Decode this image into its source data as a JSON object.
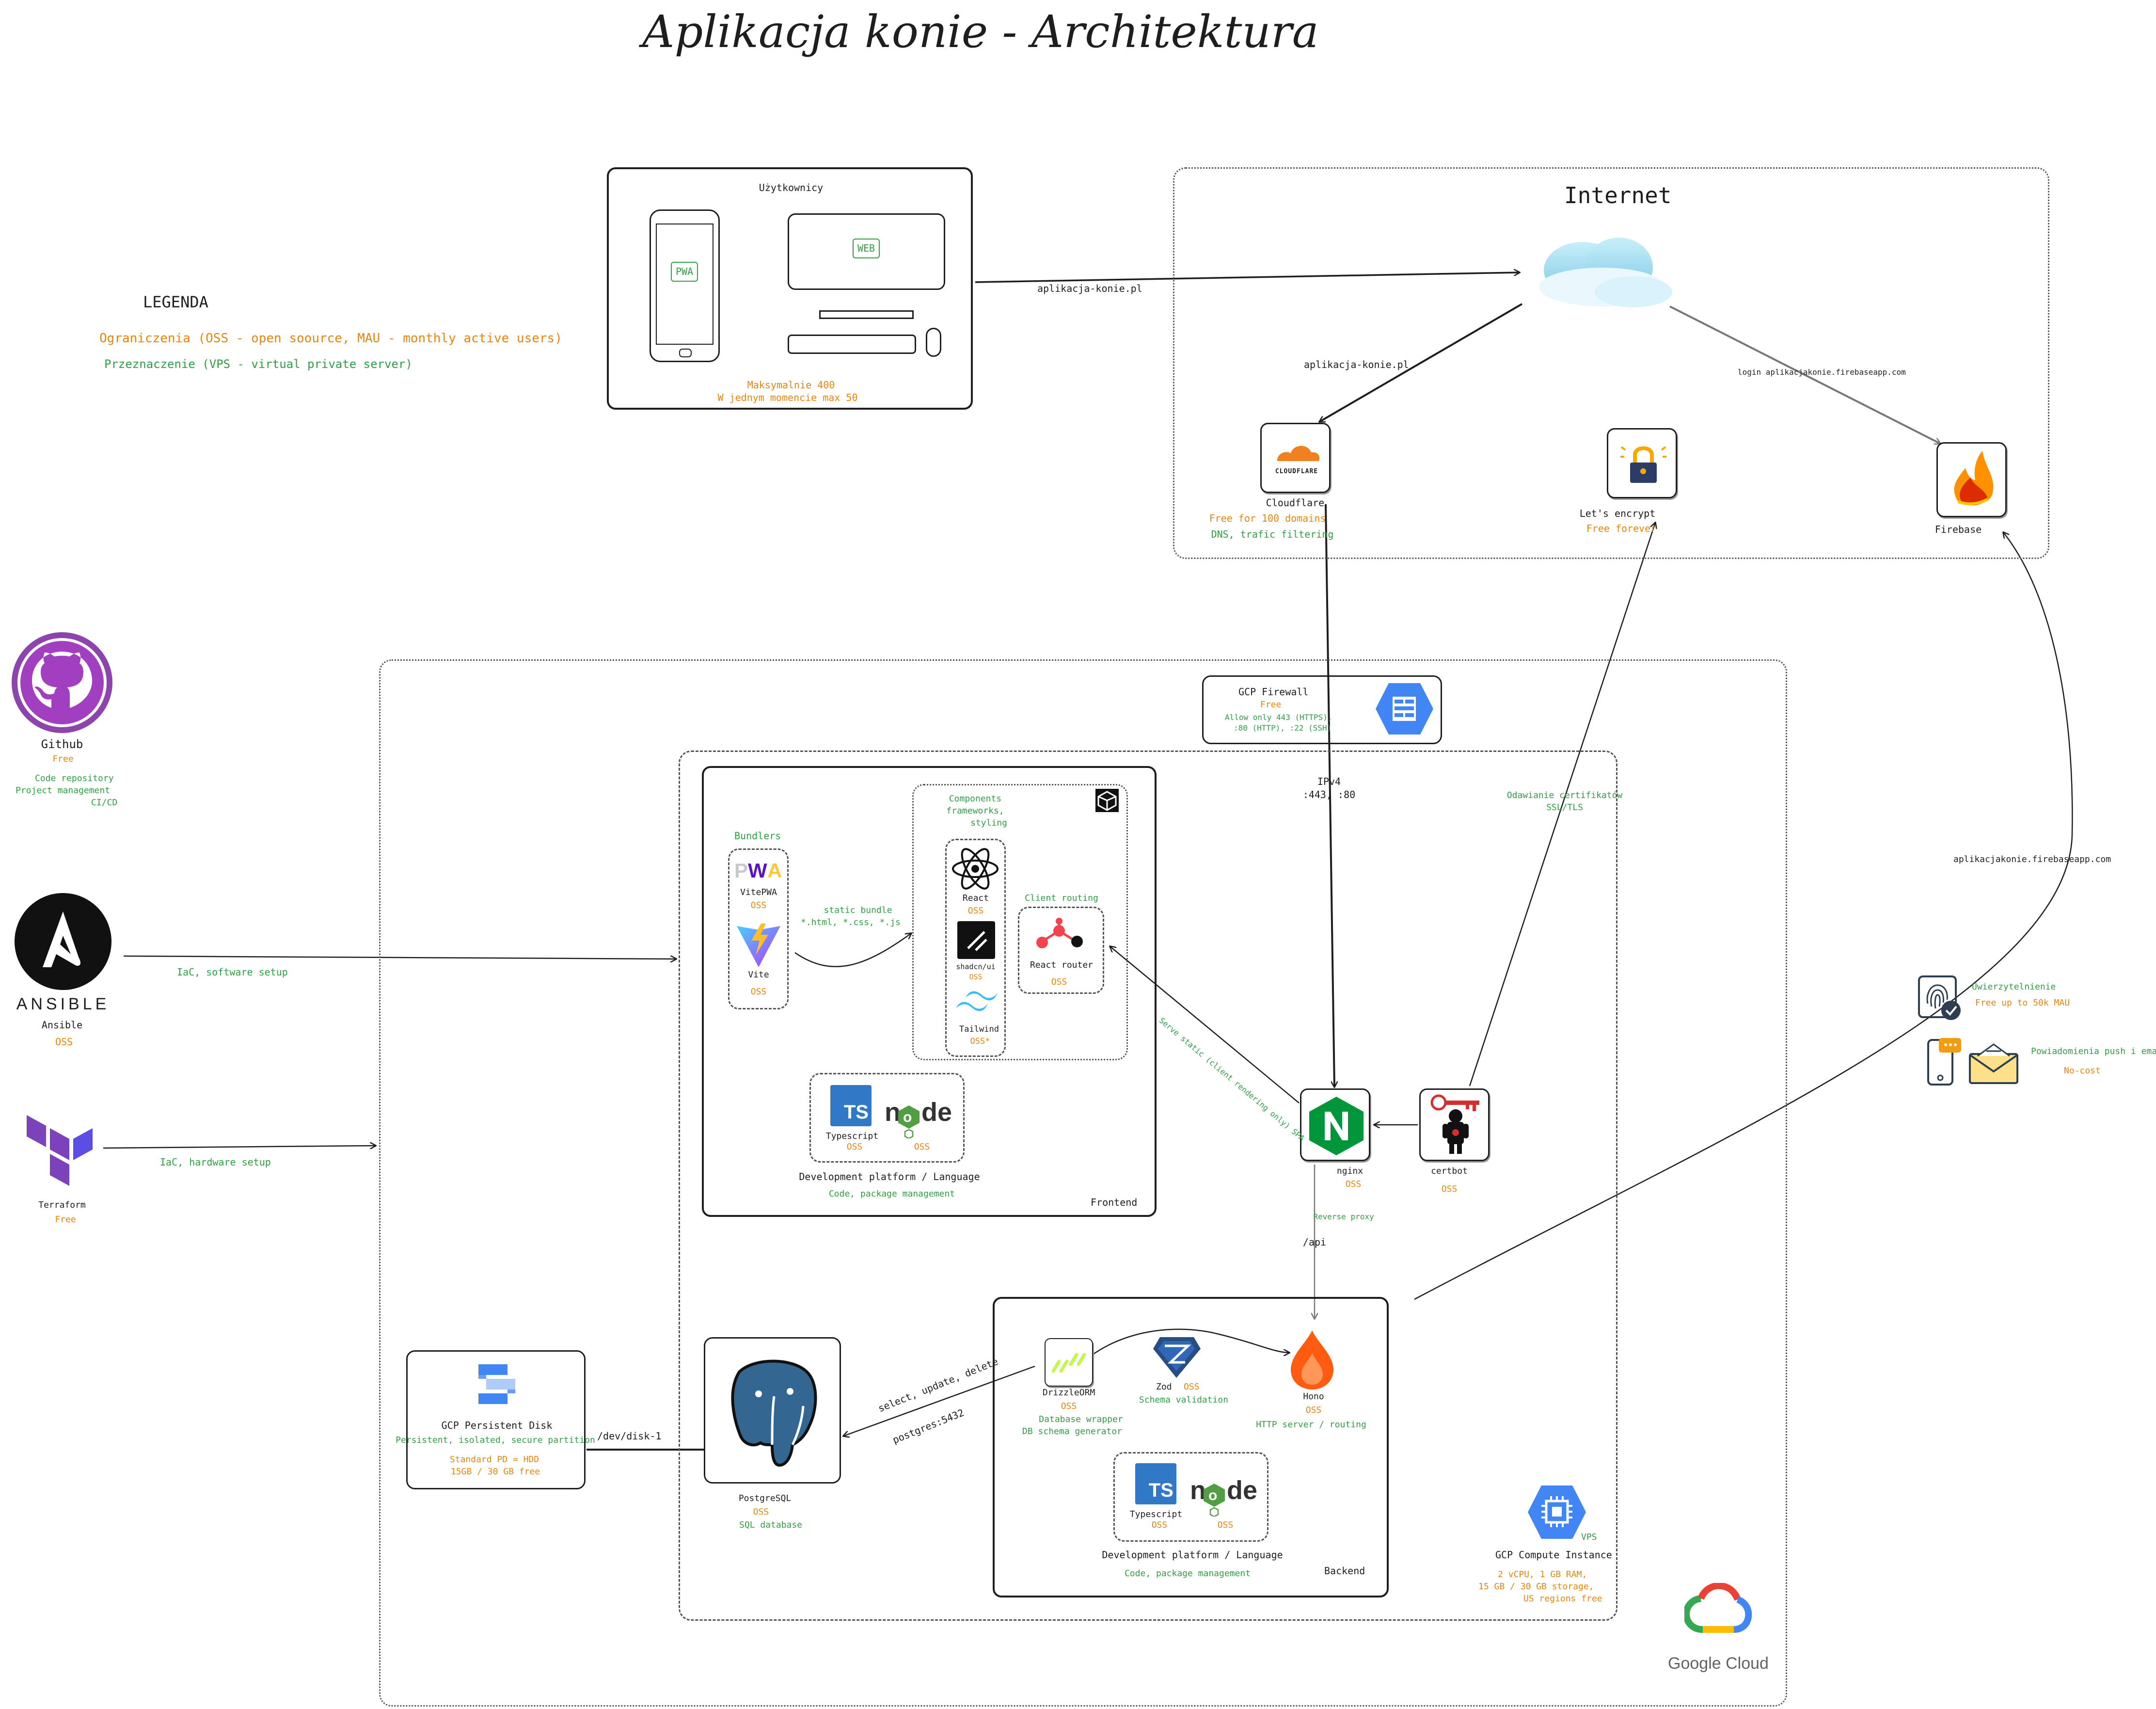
{
  "title": "Aplikacja konie - Architektura",
  "legend": {
    "heading": "LEGENDA",
    "item_orange": "Ograniczenia (OSS - open soource, MAU - monthly active users)",
    "item_green": "Przeznaczenie (VPS - virtual private server)"
  },
  "users": {
    "label": "Użytkownicy",
    "pwa": "PWA",
    "web": "WEB",
    "limit_line1": "Maksymalnie 400",
    "limit_line2": "W jednym momencie max 50"
  },
  "internet": {
    "label": "Internet",
    "edge_users": "aplikacja-konie.pl",
    "edge_cloudflare": "aplikacja-konie.pl",
    "edge_firebase": "login aplikacjakonie.firebaseapp.com"
  },
  "cloudflare": {
    "name": "Cloudflare",
    "logo": "CLOUDFLARE",
    "limit": "Free for 100 domains",
    "purpose": "DNS, trafic filtering"
  },
  "letsencrypt": {
    "name": "Let's encrypt",
    "limit": "Free forever"
  },
  "firebase": {
    "name": "Firebase"
  },
  "github": {
    "name": "Github",
    "limit": "Free",
    "purpose_1": "Code repository",
    "purpose_2": "Project management",
    "purpose_3": "CI/CD"
  },
  "ansible": {
    "logo": "ANSIBLE",
    "name": "Ansible",
    "limit": "OSS",
    "edge": "IaC, software setup"
  },
  "terraform": {
    "name": "Terraform",
    "limit": "Free",
    "edge": "IaC, hardware setup"
  },
  "gcp_firewall": {
    "name": "GCP Firewall",
    "limit": "Free",
    "purpose_1": "Allow only 443 (HTTPS),",
    "purpose_2": ":80 (HTTP), :22 (SSH)"
  },
  "ipv4": {
    "line1": "IPv4",
    "line2": ":443, :80"
  },
  "cert_edge": {
    "line1": "Odawianie certifikatów",
    "line2": "SSL/TLS"
  },
  "firebase_edge": "aplikacjakonie.firebaseapp.com",
  "frontend": {
    "label": "Frontend",
    "bundlers_label": "Bundlers",
    "vitepwa": {
      "name": "VitePWA",
      "limit": "OSS"
    },
    "vite": {
      "name": "Vite",
      "limit": "OSS"
    },
    "bundle_edge_1": "static bundle",
    "bundle_edge_2": "*.html, *.css, *.js",
    "components_label_1": "Components",
    "components_label_2": "frameworks,",
    "components_label_3": "styling",
    "react": {
      "name": "React",
      "limit": "OSS"
    },
    "shadcn": {
      "name": "shadcn/ui",
      "limit": "OSS"
    },
    "tailwind": {
      "name": "Tailwind",
      "limit": "OSS*"
    },
    "routing_label": "Client routing",
    "react_router": {
      "name": "React router",
      "limit": "OSS"
    },
    "platform": {
      "ts_logo": "TS",
      "ts_name": "Typescript",
      "ts_limit": "OSS",
      "node_limit": "OSS",
      "label": "Development platform / Language",
      "purpose": "Code, package management"
    }
  },
  "nginx": {
    "name": "nginx",
    "limit": "OSS",
    "serve_edge": "Serve static (client rendering only) SPA",
    "proxy_edge": "Reverse proxy",
    "api": "/api"
  },
  "certbot": {
    "name": "certbot",
    "limit": "OSS"
  },
  "auth": {
    "name": "Uwierzytelnienie",
    "limit": "Free up to 50k MAU"
  },
  "notifications": {
    "name": "Powiadomienia push i email",
    "limit": "No-cost"
  },
  "backend": {
    "label": "Backend",
    "drizzle": {
      "name": "DrizzleORM",
      "limit": "OSS",
      "purpose_1": "Database wrapper",
      "purpose_2": "DB schema generator"
    },
    "zod": {
      "name": "Zod",
      "limit": "OSS",
      "purpose": "Schema validation"
    },
    "hono": {
      "name": "Hono",
      "limit": "OSS",
      "purpose": "HTTP server / routing"
    },
    "platform": {
      "ts_logo": "TS",
      "ts_name": "Typescript",
      "ts_limit": "OSS",
      "node_limit": "OSS",
      "label": "Development platform / Language",
      "purpose": "Code, package management"
    }
  },
  "db_edge_1": "select, update, delete",
  "db_edge_2": "postgres:5432",
  "postgres": {
    "name": "PostgreSQL",
    "limit": "OSS",
    "purpose": "SQL database"
  },
  "disk_edge": "/dev/disk-1",
  "gcp_disk": {
    "name": "GCP Persistent Disk",
    "purpose": "Persistent, isolated, secure partition",
    "limit_1": "Standard PD = HDD",
    "limit_2": "15GB / 30 GB free"
  },
  "gcp_compute": {
    "vps": "VPS",
    "name": "GCP Compute Instance",
    "limit_1": "2 vCPU, 1 GB RAM,",
    "limit_2": "15 GB / 30 GB storage,",
    "limit_3": "US regions free"
  },
  "google_cloud": {
    "logo": "Google Cloud"
  },
  "colors": {
    "orange": "#e8850c",
    "green": "#2f9e44",
    "purple": "#9c36b5",
    "nginx": "#009639",
    "gcp_blue": "#4285f4",
    "react": "#61dafb",
    "ts_blue": "#3178c6",
    "postgres_blue": "#336791",
    "firebase_orange": "#ff9100",
    "hono_orange": "#ff5b11"
  }
}
